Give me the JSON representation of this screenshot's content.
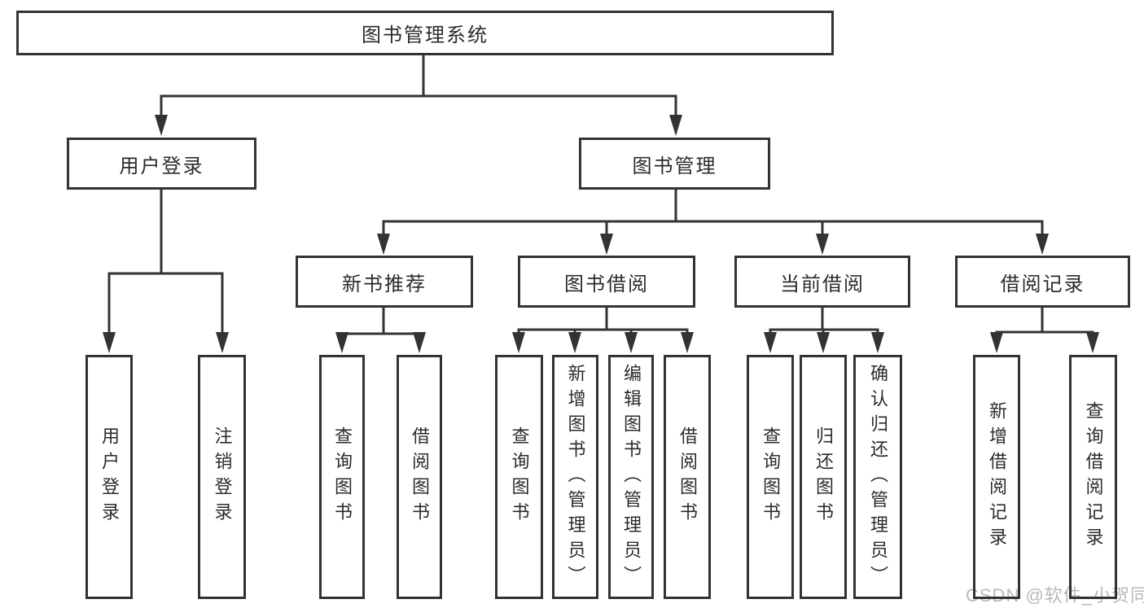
{
  "diagram": {
    "type": "hierarchy-tree",
    "nodes": {
      "root": {
        "label": "图书管理系统"
      },
      "user_login": {
        "label": "用户登录"
      },
      "book_mgmt": {
        "label": "图书管理"
      },
      "new_book_rec": {
        "label": "新书推荐"
      },
      "book_borrow": {
        "label": "图书借阅"
      },
      "current_borrow": {
        "label": "当前借阅"
      },
      "borrow_records": {
        "label": "借阅记录"
      },
      "leaf_user_login": {
        "label": "用户登录"
      },
      "leaf_logout": {
        "label": "注销登录"
      },
      "leaf_query_books_rec": {
        "label": "查询图书"
      },
      "leaf_borrow_books_rec": {
        "label": "借阅图书"
      },
      "leaf_query_books_borrow": {
        "label": "查询图书"
      },
      "leaf_add_books": {
        "label": "新增图书（管理员）"
      },
      "leaf_edit_books": {
        "label": "编辑图书（管理员）"
      },
      "leaf_borrow_books_borrow": {
        "label": "借阅图书"
      },
      "leaf_query_books_current": {
        "label": "查询图书"
      },
      "leaf_return_books": {
        "label": "归还图书"
      },
      "leaf_confirm_return": {
        "label": "确认归还（管理员）"
      },
      "leaf_add_borrow_record": {
        "label": "新增借阅记录"
      },
      "leaf_query_borrow_record": {
        "label": "查询借阅记录"
      }
    },
    "edges": [
      [
        "图书管理系统",
        "用户登录"
      ],
      [
        "图书管理系统",
        "图书管理"
      ],
      [
        "用户登录",
        "用户登录"
      ],
      [
        "用户登录",
        "注销登录"
      ],
      [
        "图书管理",
        "新书推荐"
      ],
      [
        "图书管理",
        "图书借阅"
      ],
      [
        "图书管理",
        "当前借阅"
      ],
      [
        "图书管理",
        "借阅记录"
      ],
      [
        "新书推荐",
        "查询图书"
      ],
      [
        "新书推荐",
        "借阅图书"
      ],
      [
        "图书借阅",
        "查询图书"
      ],
      [
        "图书借阅",
        "新增图书（管理员）"
      ],
      [
        "图书借阅",
        "编辑图书（管理员）"
      ],
      [
        "图书借阅",
        "借阅图书"
      ],
      [
        "当前借阅",
        "查询图书"
      ],
      [
        "当前借阅",
        "归还图书"
      ],
      [
        "当前借阅",
        "确认归还（管理员）"
      ],
      [
        "借阅记录",
        "新增借阅记录"
      ],
      [
        "借阅记录",
        "查询借阅记录"
      ]
    ]
  },
  "watermark": "CSDN @软件_小贺同学",
  "colors": {
    "line": "#333333",
    "text": "#2b2b2b",
    "box_background": "#ffffff",
    "page_background": "#ffffff",
    "watermark": "#b9b9b9"
  }
}
